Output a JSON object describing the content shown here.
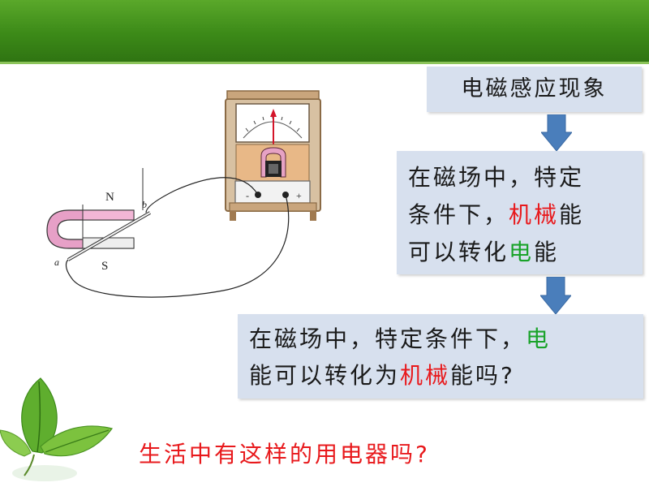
{
  "slide": {
    "step1": "电磁感应现象",
    "step2": {
      "line1": "在磁场中，特定",
      "line2_a": "条件下，",
      "line2_b": "机械",
      "line2_c": "能",
      "line3_a": "可以转化",
      "line3_b": "电",
      "line3_c": "能"
    },
    "step3": {
      "line1_a": "在磁场中，特定条件下，",
      "line1_b": "电",
      "line2_a": "能可以转化为",
      "line2_b": "机械",
      "line2_c": "能吗?"
    },
    "question": "生活中有这样的用电器吗?"
  },
  "diagram": {
    "pole_n": "N",
    "pole_s": "S",
    "wire_a": "a",
    "wire_b": "b",
    "terminal_minus": "-",
    "terminal_plus": "+"
  },
  "colors": {
    "banner": "#3c8a18",
    "box": "#d7e0ee",
    "arrow": "#4a7ebb",
    "highlight_red": "#e8191c",
    "highlight_green": "#1aa32a"
  }
}
